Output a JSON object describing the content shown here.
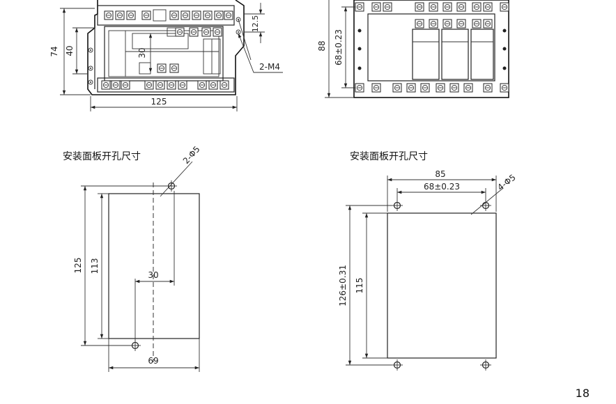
{
  "page": {
    "number": "18"
  },
  "top_left_view": {
    "dims": {
      "height_74": "74",
      "height_40": "40",
      "depth_30": "30",
      "width_125": "125",
      "right_12_5": "12.5",
      "screw_note": "2-M4"
    }
  },
  "top_right_view": {
    "dims": {
      "height_88": "88",
      "pitch": "68±0.23"
    }
  },
  "cutout_left": {
    "caption": "安装面板开孔尺寸",
    "dims": {
      "hole_note": "2-Φ5",
      "outer_125": "125",
      "inner_113": "113",
      "offset_30": "30",
      "width_69": "69"
    }
  },
  "cutout_right": {
    "caption": "安装面板开孔尺寸",
    "dims": {
      "width_85": "85",
      "pitch_68": "68±0.23",
      "hole_note": "4-Φ5",
      "height_126": "126±0.31",
      "height_115": "115"
    }
  }
}
